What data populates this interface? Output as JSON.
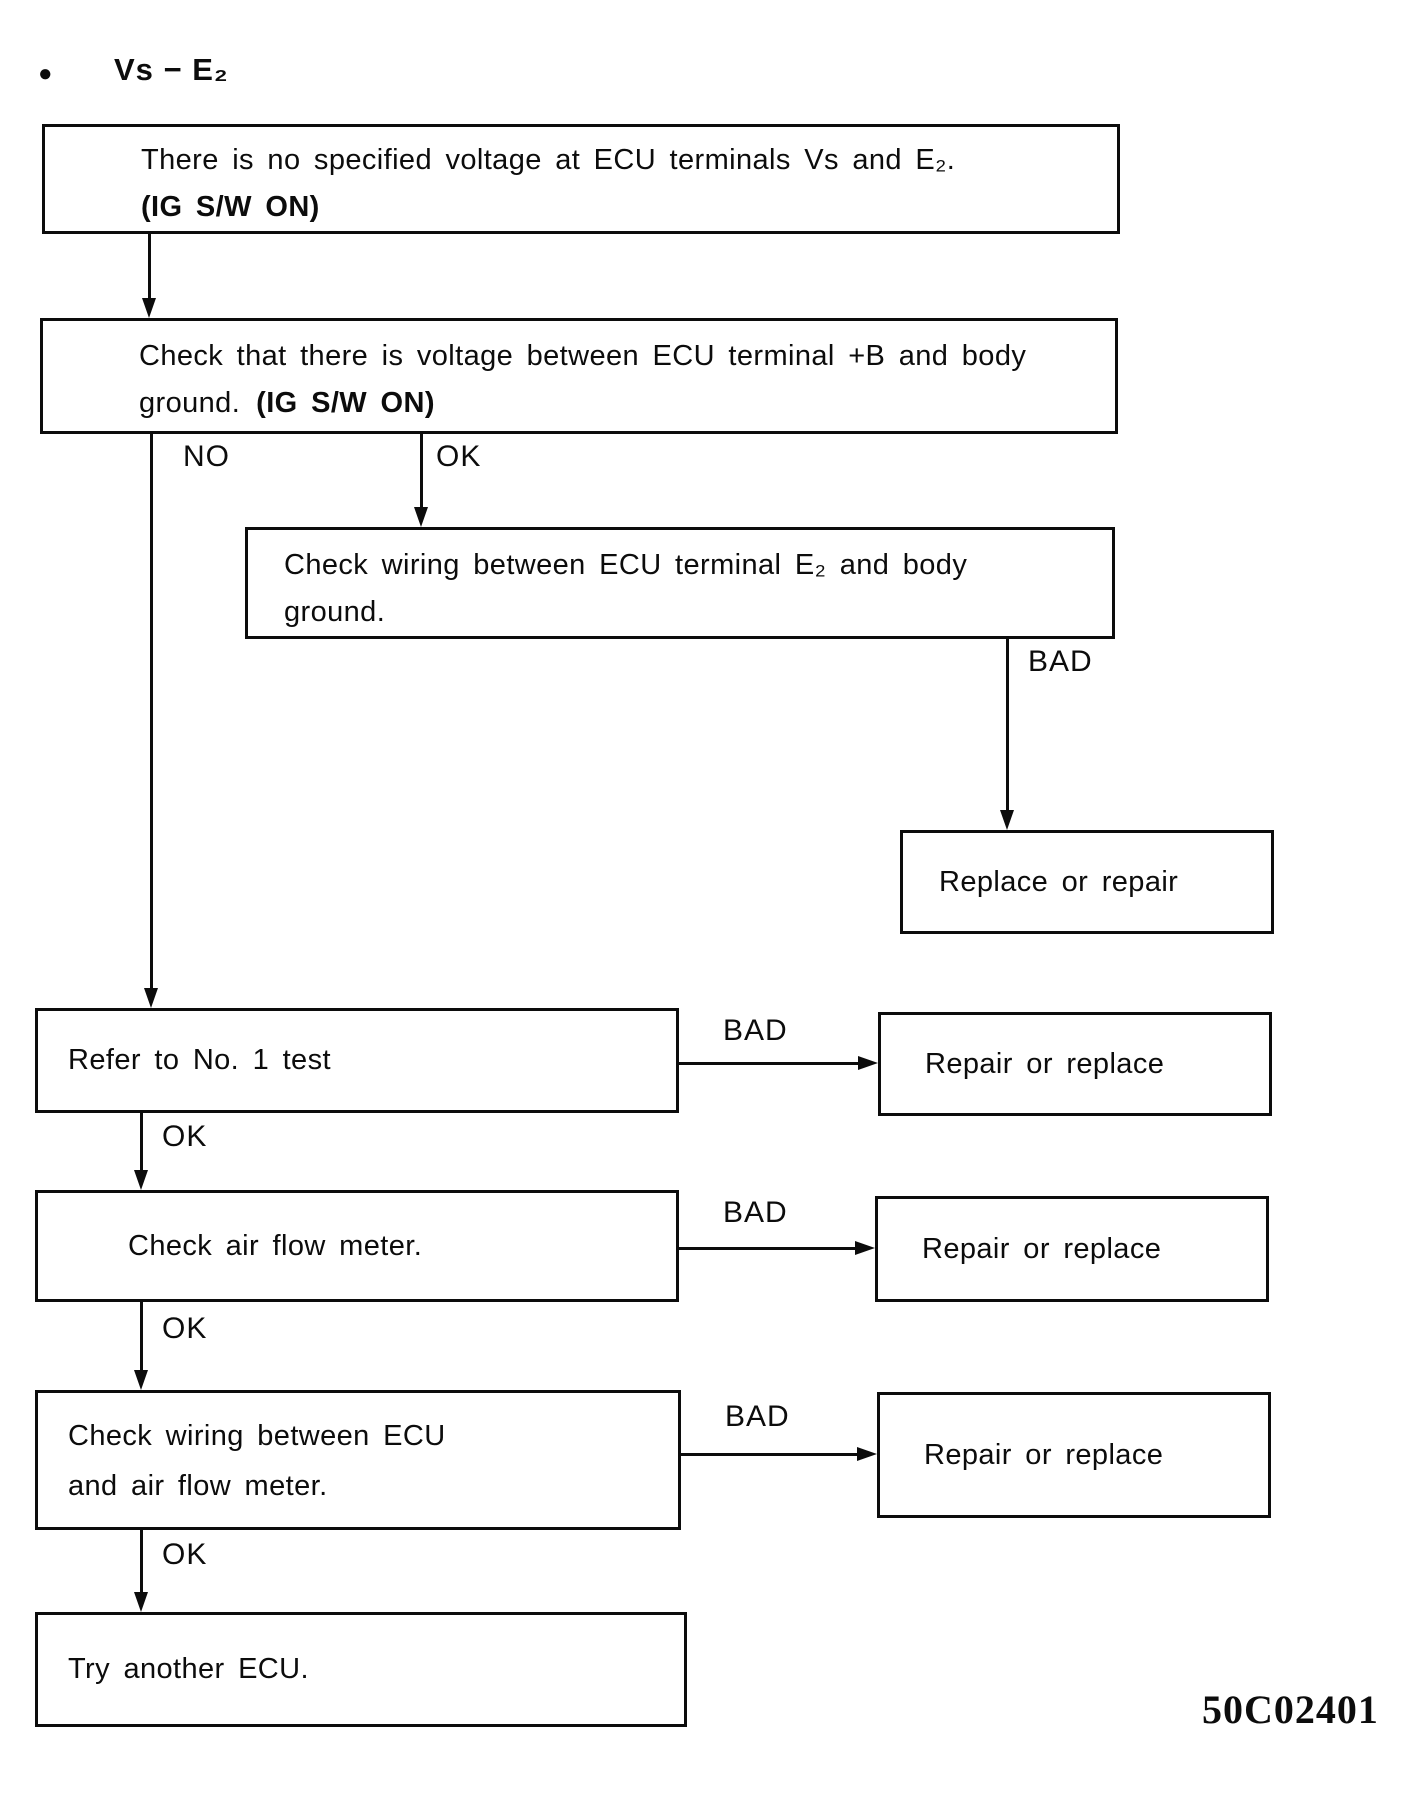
{
  "header": {
    "bullet": "●",
    "title": "Vs − E₂"
  },
  "edge_labels": {
    "no": "NO",
    "ok": "OK",
    "bad": "BAD"
  },
  "nodes": {
    "problem": {
      "line1": "There is no specified voltage at ECU terminals Vs and E₂.",
      "note_bold": "(IG S/W ON)"
    },
    "check_plus_b": {
      "line1": "Check that there is voltage between ECU terminal +B and body",
      "line2": "ground.",
      "note_bold": "(IG S/W ON)"
    },
    "check_e2_wiring": {
      "line1": "Check wiring between ECU terminal E₂ and body",
      "line2": "ground."
    },
    "replace_or_repair": "Replace or repair",
    "refer_no1_test": "Refer to No. 1 test",
    "repair_or_replace_1": "Repair or replace",
    "check_air_flow_meter": "Check air flow meter.",
    "repair_or_replace_2": "Repair or replace",
    "check_afm_wiring": {
      "line1": "Check wiring between ECU",
      "line2": "and air flow meter."
    },
    "repair_or_replace_3": "Repair or replace",
    "try_another_ecu": "Try another ECU."
  },
  "footer": {
    "figure_code": "50C02401"
  }
}
